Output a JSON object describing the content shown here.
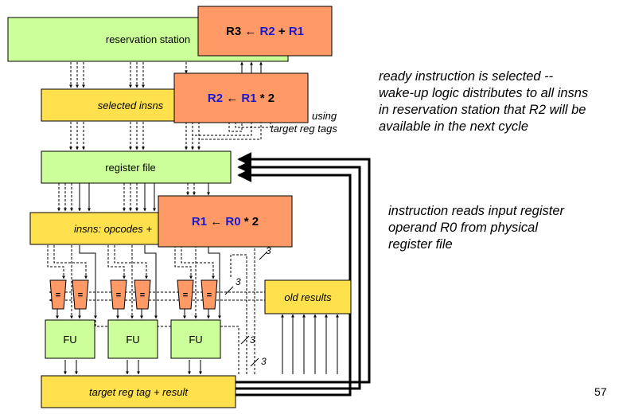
{
  "diagram": {
    "reservation_station": "reservation station",
    "selected_insns": "selected insns",
    "register_file": "register file",
    "insns_opcodes": "insns: opcodes + ",
    "old_results": "old results",
    "target_reg_result": "target reg tag + result",
    "fu_labels": [
      "FU",
      "FU",
      "FU"
    ],
    "comparator_label": "=",
    "using_label": "using",
    "target_reg_tags_label": "target reg tags",
    "width_labels": [
      "3",
      "3",
      "3",
      "3"
    ]
  },
  "instructions": [
    {
      "dest": "R3",
      "arrow": "←",
      "src1": "R2",
      "op": "+",
      "src2": "R1"
    },
    {
      "dest": "R2",
      "arrow": "←",
      "src1": "R1",
      "op": "*",
      "src2": "2"
    },
    {
      "dest": "R1",
      "arrow": "←",
      "src1": "R0",
      "op": "*",
      "src2": "2"
    }
  ],
  "notes": {
    "wakeup": "ready instruction is selected --\nwake-up logic distributes to all insns\nin reservation station that R2 will be\navailable in the next cycle",
    "read": "instruction reads input register\noperand R0 from physical\nregister file"
  },
  "page_number": "57",
  "colors": {
    "green_box": "#ccff99",
    "yellow_box": "#ffe14d",
    "orange_box": "#ff9966",
    "comparator": "#ff9966",
    "register_blue": "#1a1acc"
  }
}
